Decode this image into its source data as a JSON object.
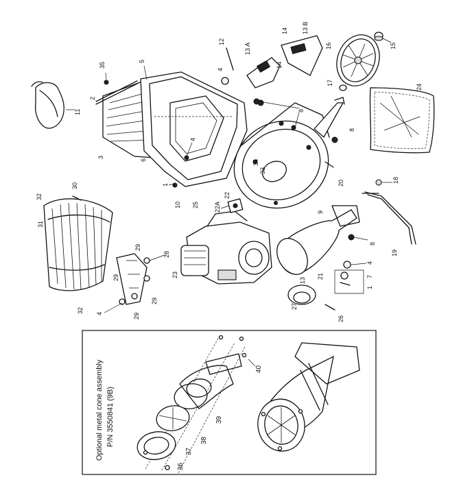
{
  "diagram": {
    "part_labels": {
      "p1a": "1",
      "p1b": "1",
      "p2": "2",
      "p3": "3",
      "p4a": "4",
      "p4b": "4",
      "p4c": "4",
      "p4d": "4",
      "p5": "5",
      "p6": "6",
      "p7": "7",
      "p8a": "8",
      "p8b": "8",
      "p8c": "8",
      "p9": "9",
      "p10": "10",
      "p11": "11",
      "p12": "12",
      "p13": "13",
      "p13a": "13 A",
      "p13b": "13 B",
      "p14a": "14",
      "p14b": "14",
      "p15": "15",
      "p16": "16",
      "p17": "17",
      "p18": "18",
      "p19": "19",
      "p20": "20",
      "p21": "21",
      "p22": "22",
      "p22a": "22A",
      "p23": "23",
      "p24": "24",
      "p25": "25",
      "p26": "26",
      "p27": "27",
      "p28": "28",
      "p29a": "29",
      "p29b": "29",
      "p29c": "29",
      "p29d": "29",
      "p30": "30",
      "p31": "31",
      "p32a": "32",
      "p32b": "32",
      "p33": "33",
      "p34": "34",
      "p35": "35",
      "p36": "36",
      "p37": "37",
      "p38": "38",
      "p39": "39",
      "p40": "40"
    },
    "inset": {
      "title": "Optional metal cone assembly",
      "part_number": "P/N 3550841 (9B)"
    }
  }
}
